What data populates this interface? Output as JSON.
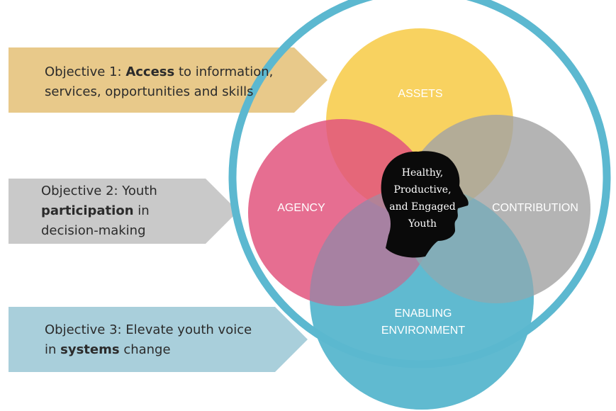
{
  "objectives": [
    {
      "prefix": "Objective 1:  ",
      "bold": "Access",
      "suffix": " to information,",
      "line2": "services, opportunities and skills",
      "color": "#e8c98a"
    },
    {
      "line1": "Objective 2:  Youth",
      "bold": "participation",
      "suffix": " in",
      "line3": "decision-making",
      "color": "#c9c9c9"
    },
    {
      "prefix": "Objective 3: Elevate youth voice",
      "line2_prefix": "in ",
      "bold": "systems",
      "suffix": " change",
      "color": "#a9cfdb"
    }
  ],
  "circles": {
    "assets": {
      "label": "ASSETS",
      "color": "#f7cc4a"
    },
    "agency": {
      "label": "AGENCY",
      "color": "#e2557e"
    },
    "contribution": {
      "label": "CONTRIBUTION",
      "color": "#a4a4a4"
    },
    "enabling": {
      "label_line1": "ENABLING",
      "label_line2": "ENVIRONMENT",
      "color": "#5bb8cf"
    },
    "outer_ring_color": "#5cb8d0"
  },
  "center": {
    "lines": [
      "Healthy,",
      "Productive,",
      "and Engaged",
      "Youth"
    ]
  }
}
